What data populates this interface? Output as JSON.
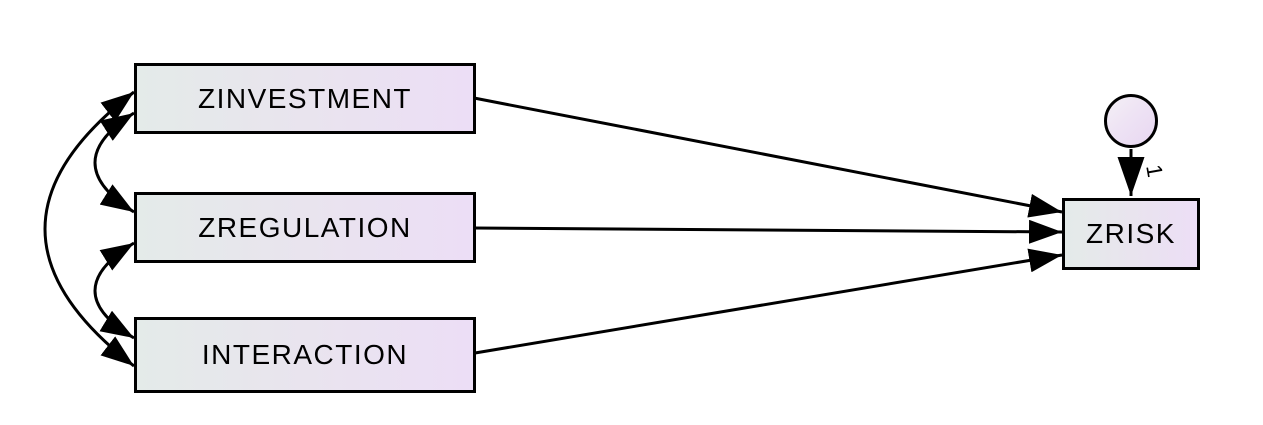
{
  "diagram": {
    "type": "sem-path-diagram",
    "background_color": "#ffffff",
    "stroke_color": "#000000",
    "node_fill_gradient": [
      "#e4ebe9",
      "#ecdef6"
    ],
    "circle_fill_gradient": [
      "#f4f0f6",
      "#e8d7f2"
    ],
    "nodes": {
      "zinvestment": {
        "label": "ZINVESTMENT",
        "type": "observed-variable"
      },
      "zregulation": {
        "label": "ZREGULATION",
        "type": "observed-variable"
      },
      "interaction": {
        "label": "INTERACTION",
        "type": "observed-variable"
      },
      "zrisk": {
        "label": "ZRISK",
        "type": "observed-variable"
      }
    },
    "error_term": {
      "shape": "circle",
      "points_to": "ZRISK",
      "weight_label": "1"
    },
    "paths": [
      {
        "from": "ZINVESTMENT",
        "to": "ZRISK",
        "type": "regression"
      },
      {
        "from": "ZREGULATION",
        "to": "ZRISK",
        "type": "regression"
      },
      {
        "from": "INTERACTION",
        "to": "ZRISK",
        "type": "regression"
      },
      {
        "from": "error-term",
        "to": "ZRISK",
        "type": "regression",
        "weight": "1"
      }
    ],
    "covariances": [
      {
        "between": [
          "ZINVESTMENT",
          "ZREGULATION"
        ]
      },
      {
        "between": [
          "ZREGULATION",
          "INTERACTION"
        ]
      },
      {
        "between": [
          "ZINVESTMENT",
          "INTERACTION"
        ]
      }
    ]
  }
}
